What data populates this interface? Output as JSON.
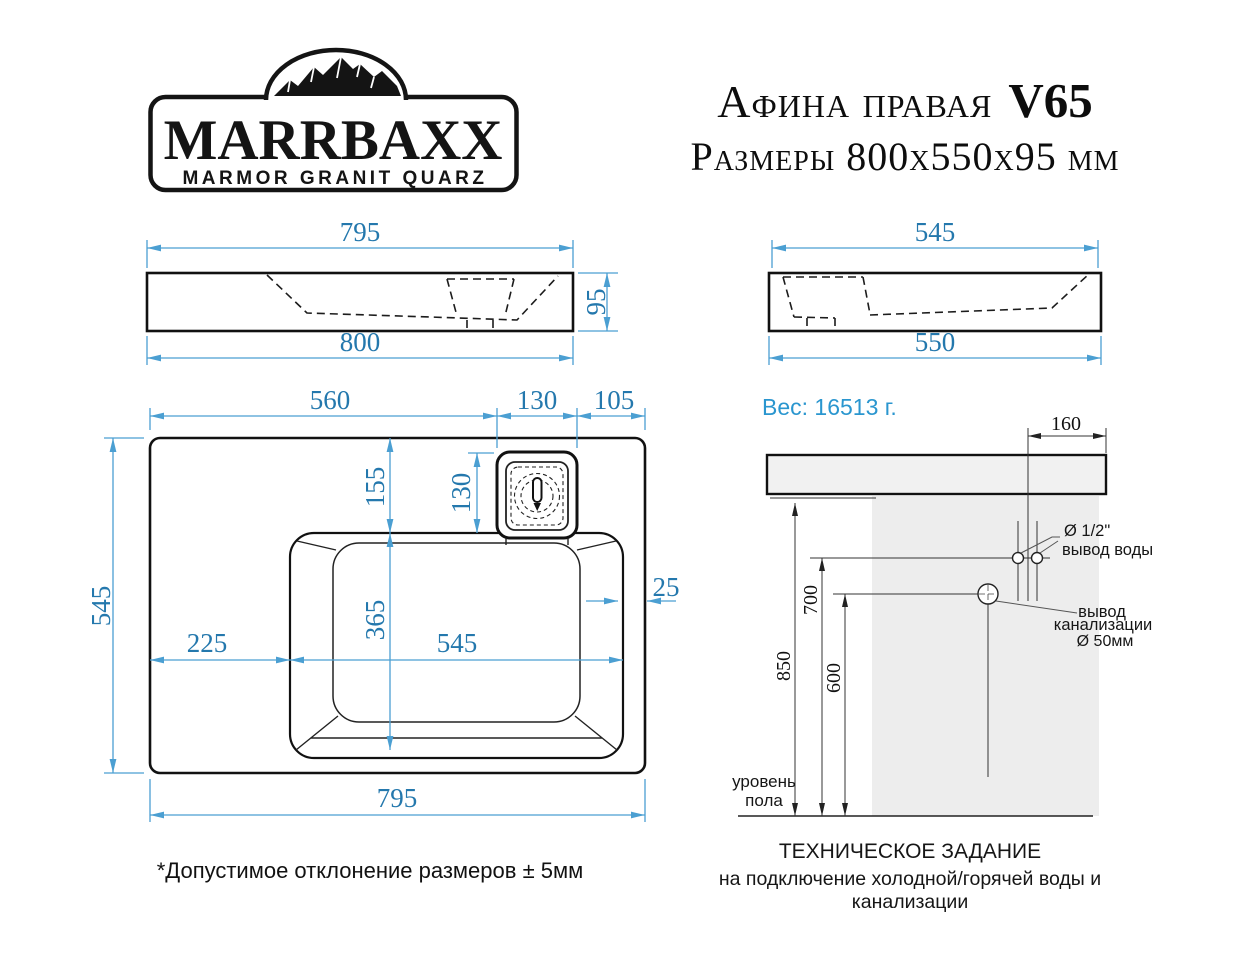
{
  "logo": {
    "brand": "MARRBAXX",
    "tagline": "MARMOR GRANIT QUARZ"
  },
  "header": {
    "product": "Афина правая",
    "model": "V65",
    "size_line": "Размеры 800x550x95 мм"
  },
  "weight_label": "Вес: 16513 г.",
  "front_view": {
    "width_top": "795",
    "width_bottom": "800",
    "height": "95"
  },
  "side_view": {
    "depth_top": "545",
    "depth_bottom": "550"
  },
  "top_view": {
    "edge_to_tap": "560",
    "tap_width": "130",
    "tap_to_edge": "105",
    "depth": "545",
    "edge_to_bowl": "155",
    "tap_zone_depth": "130",
    "bowl_depth": "365",
    "left_to_bowl": "225",
    "bowl_width": "545",
    "bowl_to_edge": "25",
    "width": "795"
  },
  "install": {
    "tap_offset": "160",
    "counter_height": "850",
    "water_height": "700",
    "drain_height": "600",
    "water_size": "Ø 1/2\"",
    "water_label": "вывод воды",
    "drain_label_line1": "вывод",
    "drain_label_line2": "канализации",
    "drain_size": "Ø 50мм",
    "floor_line1": "уровень",
    "floor_line2": "пола"
  },
  "notes": {
    "tolerance": "*Допустимое отклонение размеров ± 5мм",
    "spec_line1": "ТЕХНИЧЕСКОЕ ЗАДАНИЕ",
    "spec_line2": "на подключение холодной/горячей воды и канализации"
  }
}
